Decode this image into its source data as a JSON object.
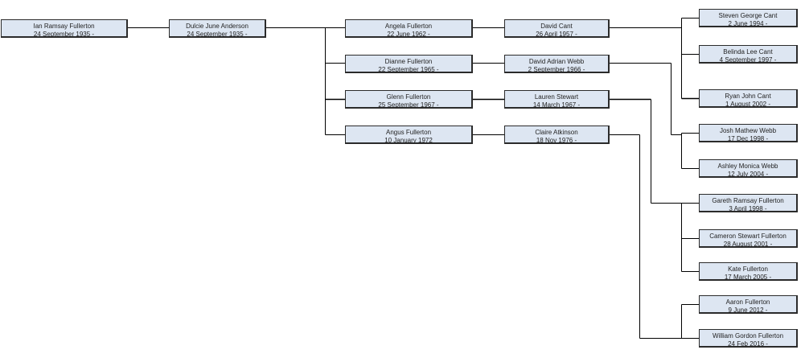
{
  "people": [
    {
      "id": "ian",
      "name": "Ian Ramsay Fullerton",
      "dates": "24 September 1935 -"
    },
    {
      "id": "dulcie",
      "name": "Dulcie June Anderson",
      "dates": "24 September 1935 -"
    },
    {
      "id": "angela",
      "name": "Angela Fullerton",
      "dates": "22 June 1962 -"
    },
    {
      "id": "dianne",
      "name": "Dianne Fullerton",
      "dates": "22 September 1965 -"
    },
    {
      "id": "glenn",
      "name": "Glenn Fullerton",
      "dates": "25 September 1967 -"
    },
    {
      "id": "angus",
      "name": "Angus Fullerton",
      "dates": "10 January 1972"
    },
    {
      "id": "david_cant",
      "name": "David Cant",
      "dates": "26 April 1957 -"
    },
    {
      "id": "david_webb",
      "name": "David Adrian Webb",
      "dates": "2 September 1966 -"
    },
    {
      "id": "lauren",
      "name": "Lauren Stewart",
      "dates": "14 March 1967 -"
    },
    {
      "id": "claire",
      "name": "Claire Atkinson",
      "dates": "18 Nov 1976 -"
    },
    {
      "id": "steven",
      "name": "Steven George Cant",
      "dates": "2 June 1994 -"
    },
    {
      "id": "belinda",
      "name": "Belinda Lee Cant",
      "dates": "4 September 1997 -"
    },
    {
      "id": "ryan",
      "name": "Ryan John Cant",
      "dates": "1 August 2002 -"
    },
    {
      "id": "josh",
      "name": "Josh Mathew Webb",
      "dates": "17 Dec 1998 -"
    },
    {
      "id": "ashley",
      "name": "Ashley Monica Webb",
      "dates": "12 July 2004 -"
    },
    {
      "id": "gareth",
      "name": "Gareth Ramsay Fullerton",
      "dates": "3 April 1998 -"
    },
    {
      "id": "cameron",
      "name": "Cameron Stewart Fullerton",
      "dates": "28 August 2001 -"
    },
    {
      "id": "kate",
      "name": "Kate Fullerton",
      "dates": "17 March 2005 -"
    },
    {
      "id": "aaron",
      "name": "Aaron Fullerton",
      "dates": "9 June 2012 -"
    },
    {
      "id": "william",
      "name": "William Gordon Fullerton",
      "dates": "24 Feb 2016 -"
    }
  ]
}
